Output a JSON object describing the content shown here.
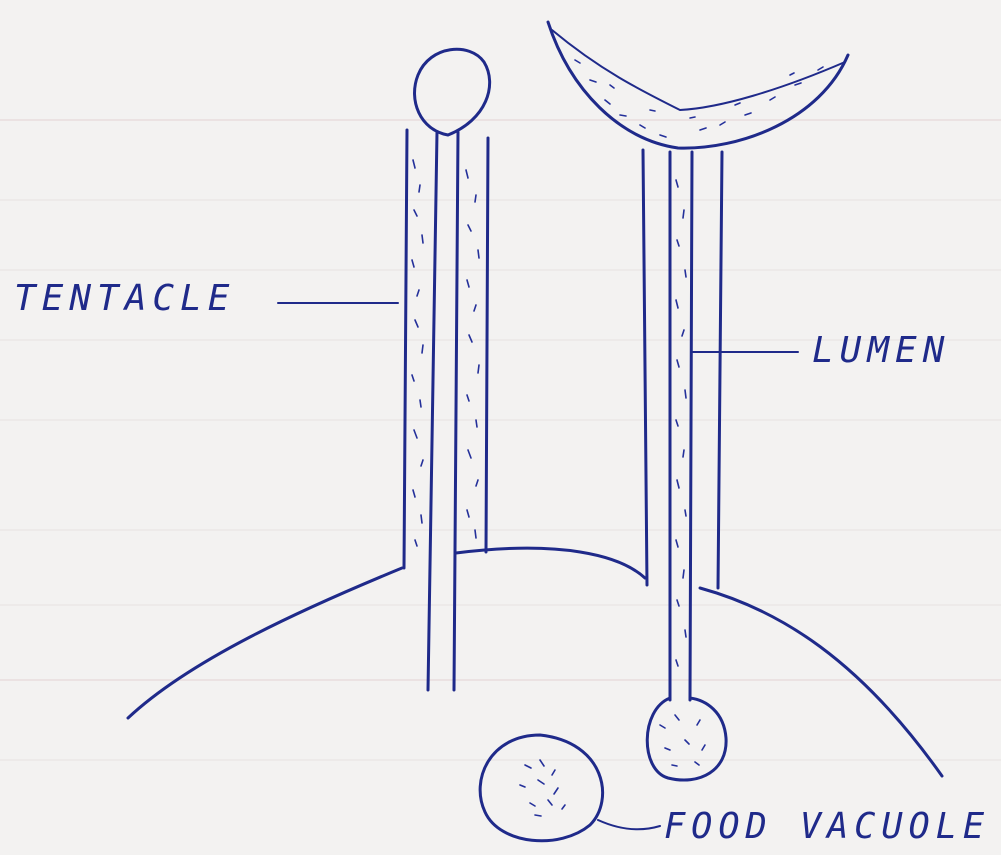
{
  "diagram": {
    "labels": {
      "tentacle": "TENTACLE",
      "lumen": "LUMEN",
      "food_vacuole": "FOOD VACUOLE"
    },
    "colors": {
      "ink": "#1f2a8a",
      "paper": "#f3f2f1"
    }
  }
}
